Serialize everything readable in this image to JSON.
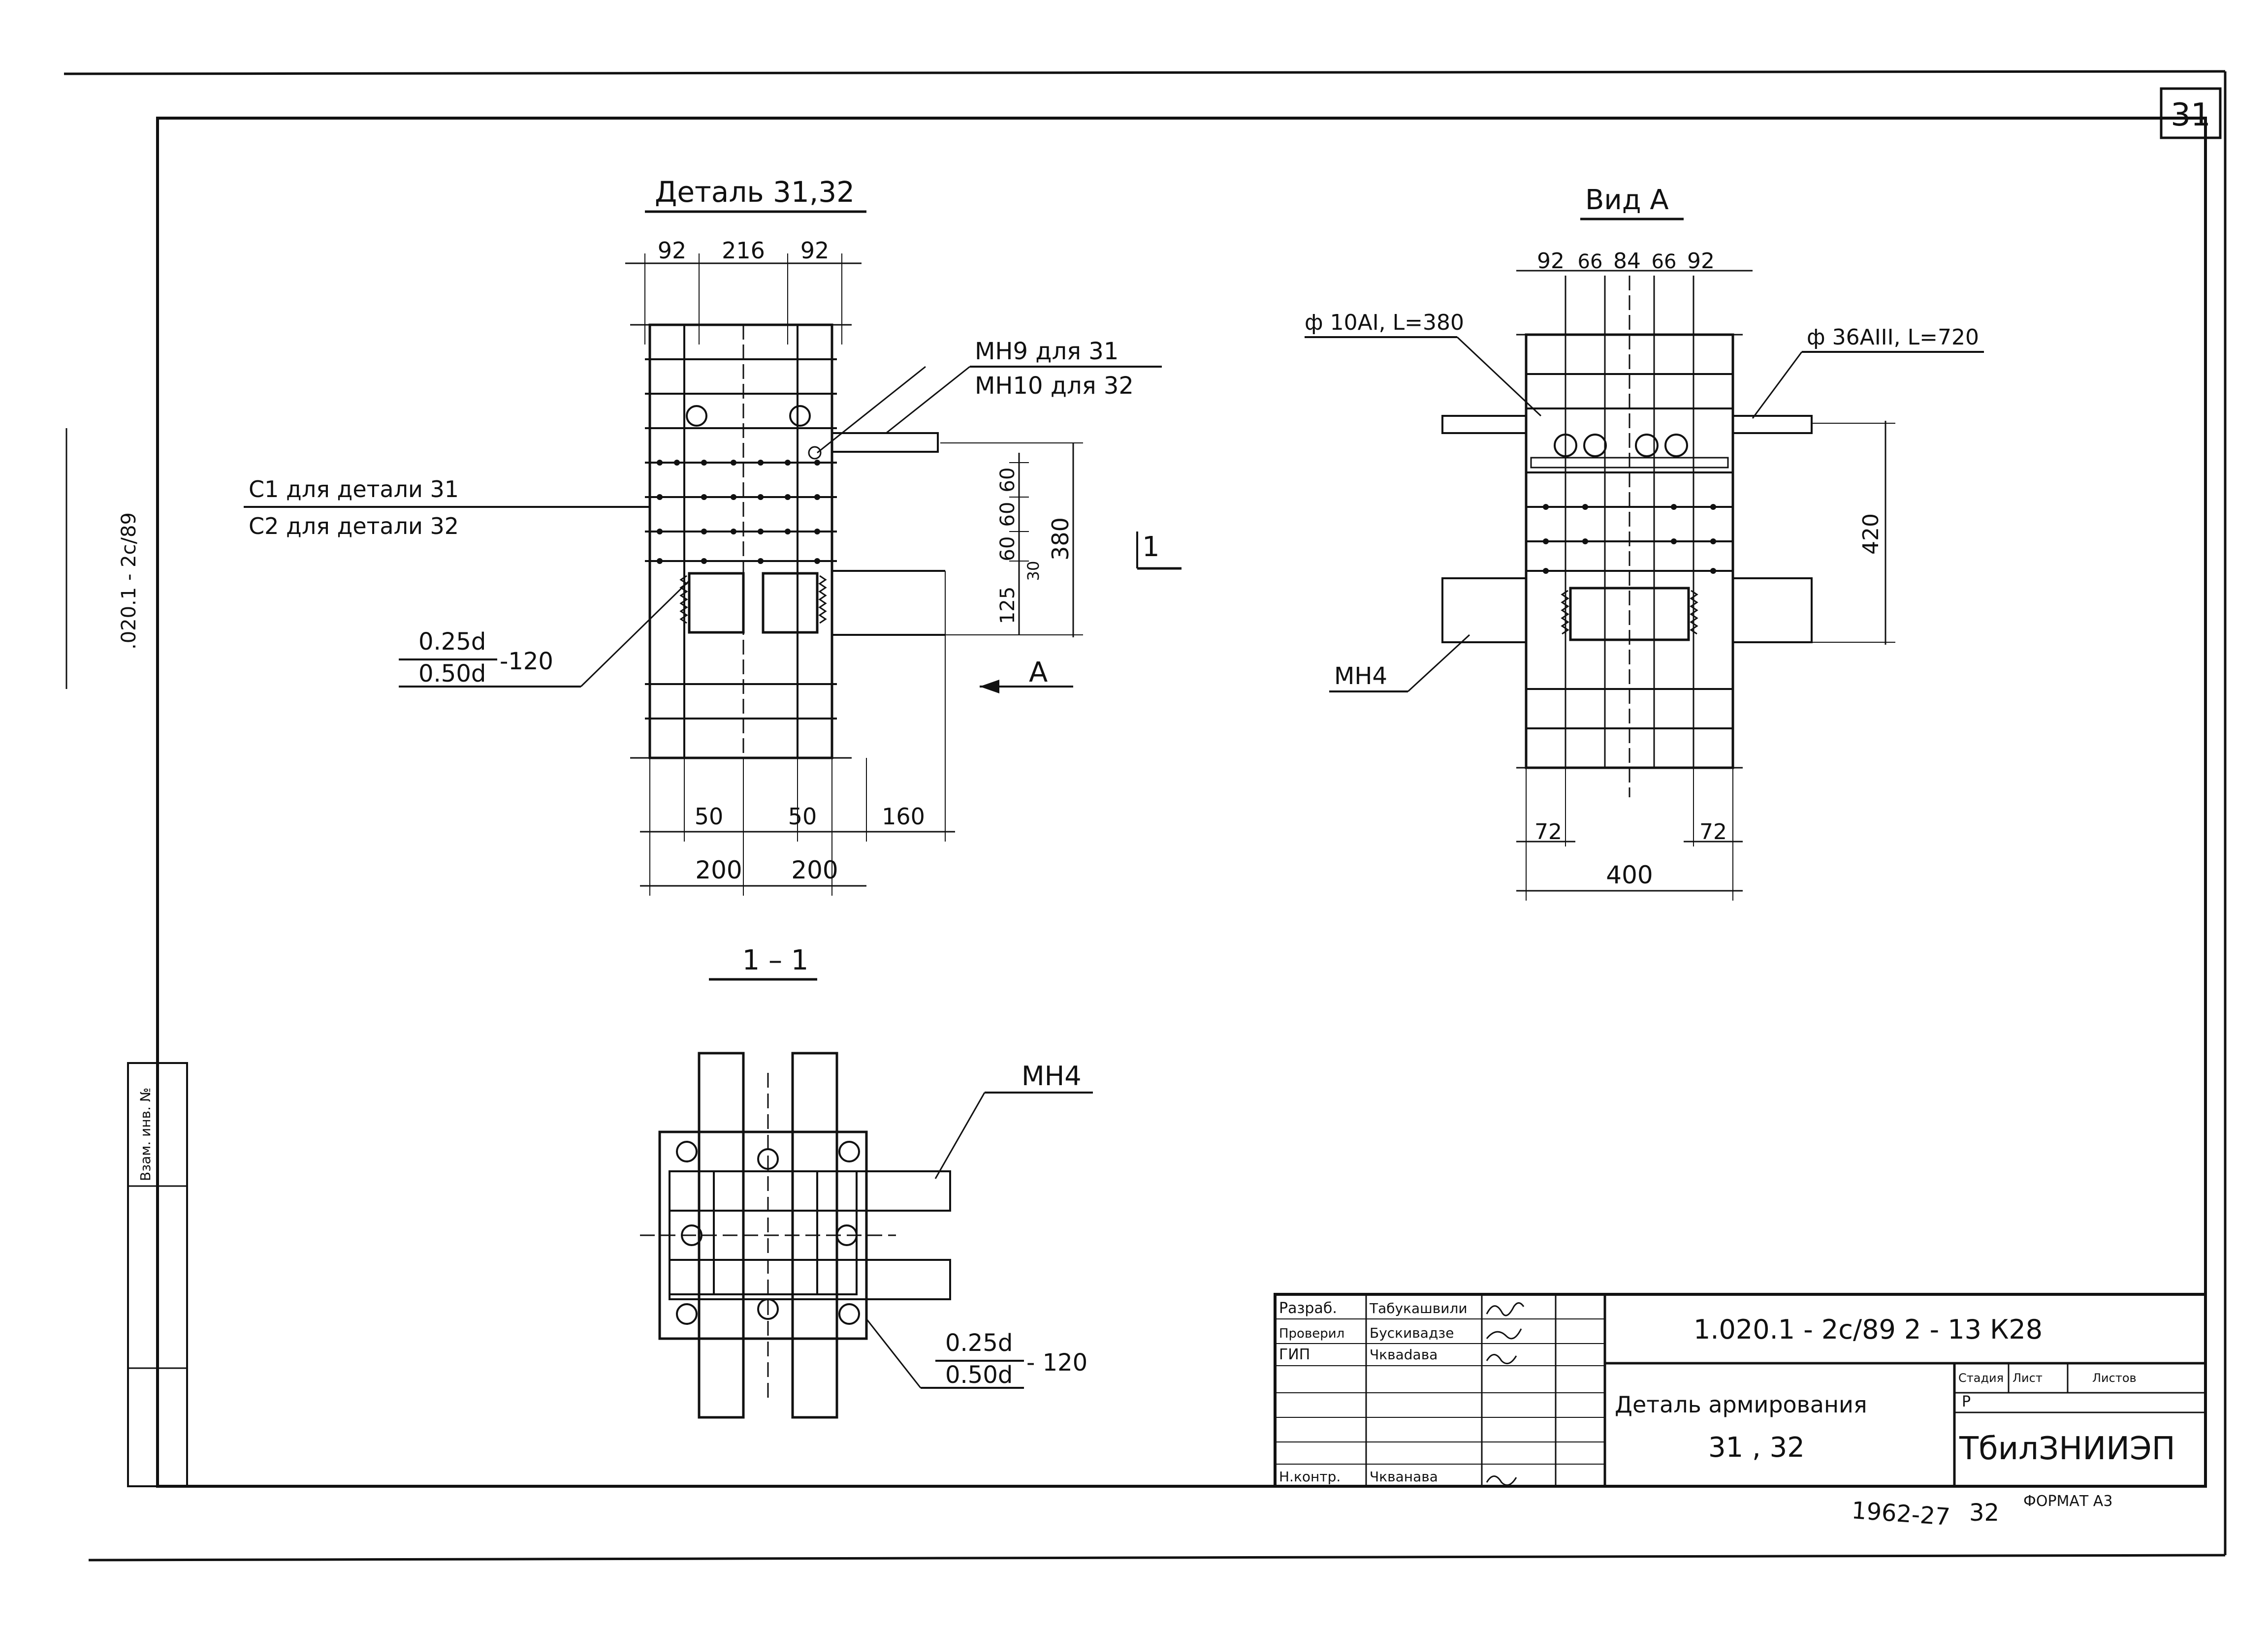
{
  "sheet": {
    "number": "31"
  },
  "detail_view": {
    "title": "Деталь 31,32",
    "top_dims": [
      "92",
      "216",
      "92"
    ],
    "mesh_label_1": "МН9 для 31",
    "mesh_label_2": "МН10 для 32",
    "c_label_1": "С1 для детали 31",
    "c_label_2": "С2 для детали 32",
    "weld_top": "0.25d",
    "weld_bottom": "0.50d",
    "weld_len": "-120",
    "right_dims": [
      "60",
      "60",
      "60",
      "30",
      "125"
    ],
    "dim_380": "380",
    "section_mark": "1",
    "view_mark": "А",
    "bottom_dims": [
      "50",
      "50",
      "160"
    ],
    "bottom_dims2": [
      "200",
      "200"
    ]
  },
  "view_a": {
    "title": "Вид А",
    "top_dims": [
      "92",
      "66",
      "84",
      "66",
      "92"
    ],
    "bar_left": "ф 10АI, L=380",
    "bar_right": "ф 36АIII, L=720",
    "dim_420": "420",
    "mesh": "МН4",
    "bottom_dims": [
      "72",
      "72"
    ],
    "dim_400": "400"
  },
  "section": {
    "title": "1 – 1",
    "mesh": "МН4",
    "weld_top": "0.25d",
    "weld_bottom": "0.50d",
    "weld_len": "- 120"
  },
  "left_margin": {
    "doc_ref": ".020.1 - 2с/89",
    "inv": "Взам. инв. №"
  },
  "title_block": {
    "roles": [
      "Разраб.",
      "Проверил",
      "ГИП",
      "Н.контр."
    ],
    "names": [
      "Табукашвили",
      "Бускивадзе",
      "Чкваdава",
      "Чкванава"
    ],
    "code": "1.020.1 - 2с/89  2 - 13  К28",
    "title_line1": "Деталь армирования",
    "title_line2": "31 , 32",
    "stage_label": "Стадия",
    "sheet_label": "Лист",
    "sheets_label": "Листов",
    "stage": "Р",
    "org": "ТбилЗНИИЭП"
  },
  "footer": {
    "number": "1962-27",
    "page": "32",
    "format": "ФОРМАТ А3"
  }
}
